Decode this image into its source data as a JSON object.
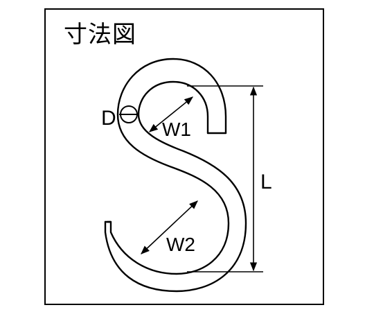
{
  "diagram": {
    "title": "寸法図",
    "labels": {
      "wire_diameter": "D",
      "upper_width": "W1",
      "lower_width": "W2",
      "length": "L"
    },
    "colors": {
      "stroke": "#000000",
      "background": "#ffffff"
    }
  }
}
